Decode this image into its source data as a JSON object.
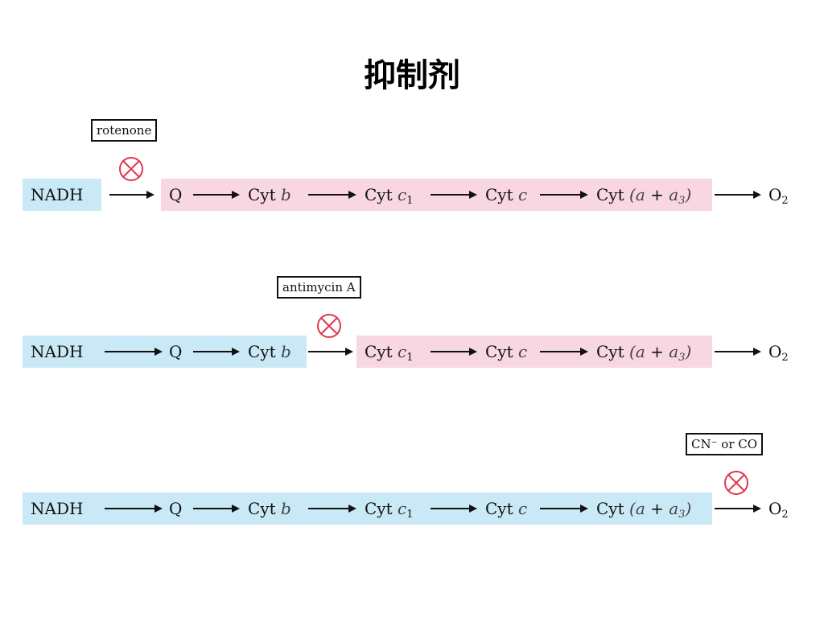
{
  "title": "抑制剂",
  "colors": {
    "unaffected": "#c9e9f6",
    "blocked": "#f8d6e2",
    "inhibit_mark": "#e0384f"
  },
  "labels": {
    "nadh": "NADH",
    "q": "Q",
    "cyt": "Cyt",
    "b": "b",
    "c": "c",
    "c1_sub": "1",
    "lparen": "(",
    "a": "a",
    "plus": " + ",
    "a3_sub": "3",
    "rparen": ")",
    "o": "O",
    "o2_sub": "2"
  },
  "diagrams": [
    {
      "inhibitor": "rotenone",
      "blocked_step": "NADH → Q"
    },
    {
      "inhibitor": "antimycin A",
      "blocked_step": "Cyt b → Cyt c1"
    },
    {
      "inhibitor": "CN⁻ or CO",
      "blocked_step": "Cyt (a + a3) → O2"
    }
  ]
}
